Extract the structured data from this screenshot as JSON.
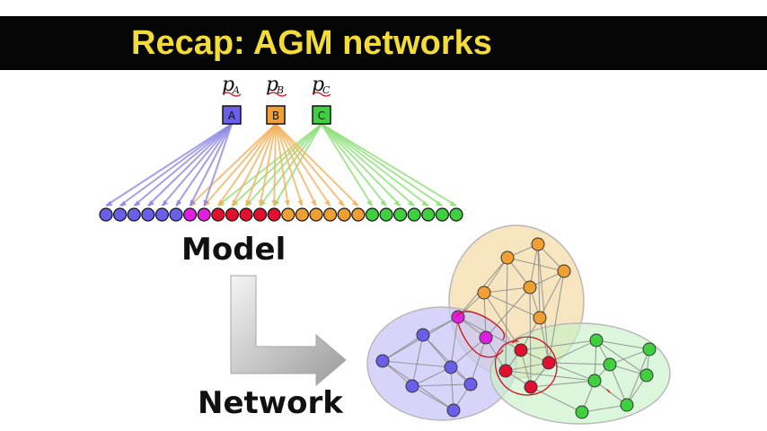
{
  "title": "Recap: AGM networks",
  "model_label": "Model",
  "network_label": "Network",
  "communities": [
    {
      "letter": "A",
      "prob_symbol": "p",
      "prob_subscript": "A",
      "color": "#6a5fe8"
    },
    {
      "letter": "B",
      "prob_symbol": "p",
      "prob_subscript": "B",
      "color": "#f0a033"
    },
    {
      "letter": "C",
      "prob_symbol": "p",
      "prob_subscript": "C",
      "color": "#3fcf3f"
    }
  ],
  "colors": {
    "background": "#ffffff",
    "title_bar": "#050505",
    "title_text": "#f3dc37",
    "community_A": "#6a5fe8",
    "community_B": "#f0a033",
    "community_C": "#3fcf3f",
    "overlap_AB": "#e020e0",
    "overlap_BC": "#e0102e",
    "annotation_ink": "#d01020"
  },
  "node_row": [
    "A",
    "A",
    "A",
    "A",
    "A",
    "A",
    "AB",
    "AB",
    "BC",
    "BC",
    "BC",
    "BC",
    "BC",
    "B",
    "B",
    "B",
    "B",
    "B",
    "B",
    "C",
    "C",
    "C",
    "C",
    "C",
    "C",
    "C"
  ],
  "icons": [
    "arrow-l-icon"
  ]
}
